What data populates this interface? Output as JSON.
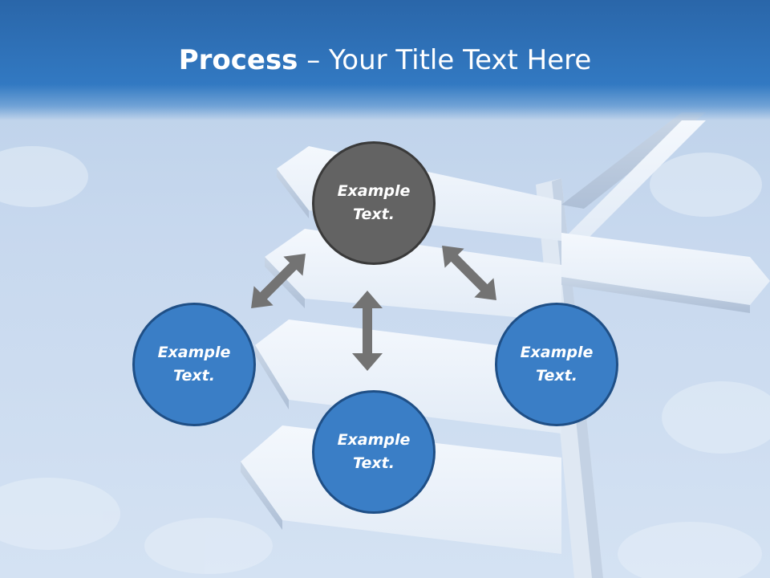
{
  "title": {
    "bold": "Process",
    "rest": " – Your Title Text Here"
  },
  "nodes": {
    "top": {
      "line1": "Example",
      "line2": "Text."
    },
    "left": {
      "line1": "Example",
      "line2": "Text."
    },
    "bottom": {
      "line1": "Example",
      "line2": "Text."
    },
    "right": {
      "line1": "Example",
      "line2": "Text."
    }
  },
  "colors": {
    "title_bar": "#3279c2",
    "node_blue": "#3a7ec6",
    "node_dark": "#636363",
    "arrow": "#737373"
  }
}
